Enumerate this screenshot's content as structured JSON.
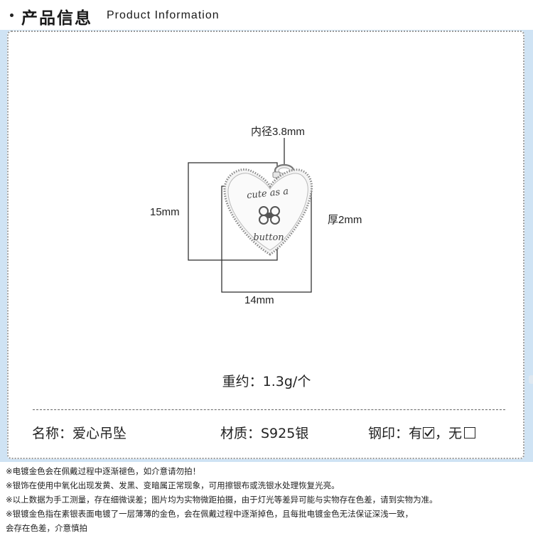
{
  "header": {
    "title_cn": "产品信息",
    "title_en": "Product Information"
  },
  "dimensions": {
    "inner_diameter": "内径3.8mm",
    "height": "15mm",
    "thickness": "厚2mm",
    "width": "14mm"
  },
  "pendant": {
    "engraving_line1": "cute as a",
    "engraving_line2": "button"
  },
  "weight": "重约：1.3g/个",
  "specs": {
    "name": "名称：爱心吊坠",
    "material": "材质：S925银",
    "stamp_label": "钢印：有",
    "stamp_sep": "，无"
  },
  "notes": [
    "※电镀金色会在佩戴过程中逐渐褪色，如介意请勿拍！",
    "※银饰在使用中氧化出现发黄、发黑、变暗属正常现象，可用擦银布或洗银水处理恢复光亮。",
    "※以上数据为手工测量，存在细微误差；图片均为实物微距拍摄，由于灯光等差异可能与实物存在色差，请到实物为准。",
    "※银镀金色指在素银表面电镀了一层薄薄的金色，会在佩戴过程中逐渐掉色，且每批电镀金色无法保证深浅一致，",
    "会存在色差，介意慎拍"
  ]
}
